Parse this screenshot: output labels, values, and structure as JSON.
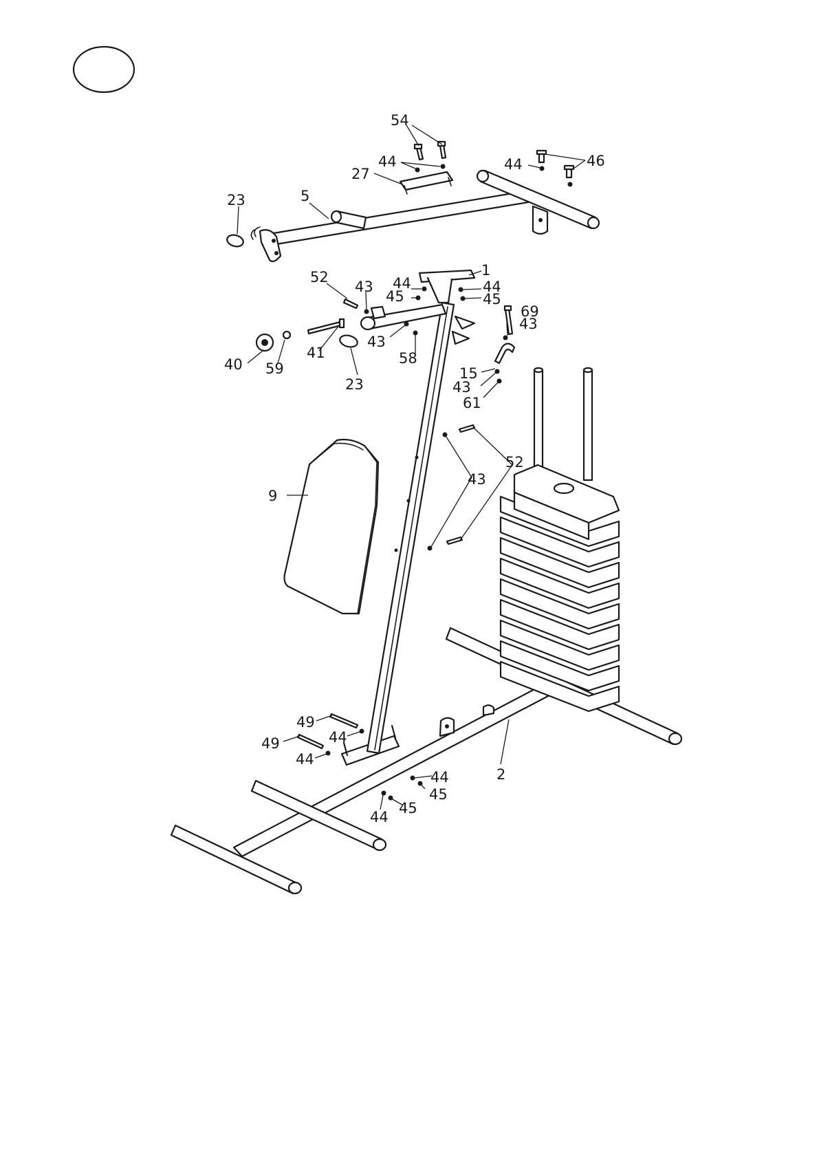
{
  "step_badge": {
    "label": ""
  },
  "callouts": [
    {
      "id": "c-54",
      "text": "54"
    },
    {
      "id": "c-44a",
      "text": "44"
    },
    {
      "id": "c-27",
      "text": "27"
    },
    {
      "id": "c-44b",
      "text": "44"
    },
    {
      "id": "c-46",
      "text": "46"
    },
    {
      "id": "c-23a",
      "text": "23"
    },
    {
      "id": "c-5",
      "text": "5"
    },
    {
      "id": "c-1",
      "text": "1"
    },
    {
      "id": "c-52a",
      "text": "52"
    },
    {
      "id": "c-43a",
      "text": "43"
    },
    {
      "id": "c-44c",
      "text": "44"
    },
    {
      "id": "c-45a",
      "text": "45"
    },
    {
      "id": "c-44d",
      "text": "44"
    },
    {
      "id": "c-45b",
      "text": "45"
    },
    {
      "id": "c-69",
      "text": "69"
    },
    {
      "id": "c-43b",
      "text": "43"
    },
    {
      "id": "c-43c",
      "text": "43"
    },
    {
      "id": "c-58",
      "text": "58"
    },
    {
      "id": "c-40",
      "text": "40"
    },
    {
      "id": "c-59",
      "text": "59"
    },
    {
      "id": "c-41",
      "text": "41"
    },
    {
      "id": "c-23b",
      "text": "23"
    },
    {
      "id": "c-15",
      "text": "15"
    },
    {
      "id": "c-43d",
      "text": "43"
    },
    {
      "id": "c-61",
      "text": "61"
    },
    {
      "id": "c-52b",
      "text": "52"
    },
    {
      "id": "c-43e",
      "text": "43"
    },
    {
      "id": "c-9",
      "text": "9"
    },
    {
      "id": "c-49a",
      "text": "49"
    },
    {
      "id": "c-49b",
      "text": "49"
    },
    {
      "id": "c-44e",
      "text": "44"
    },
    {
      "id": "c-44f",
      "text": "44"
    },
    {
      "id": "c-2",
      "text": "2"
    },
    {
      "id": "c-44g",
      "text": "44"
    },
    {
      "id": "c-45c",
      "text": "45"
    },
    {
      "id": "c-44h",
      "text": "44"
    },
    {
      "id": "c-45d",
      "text": "45"
    }
  ]
}
